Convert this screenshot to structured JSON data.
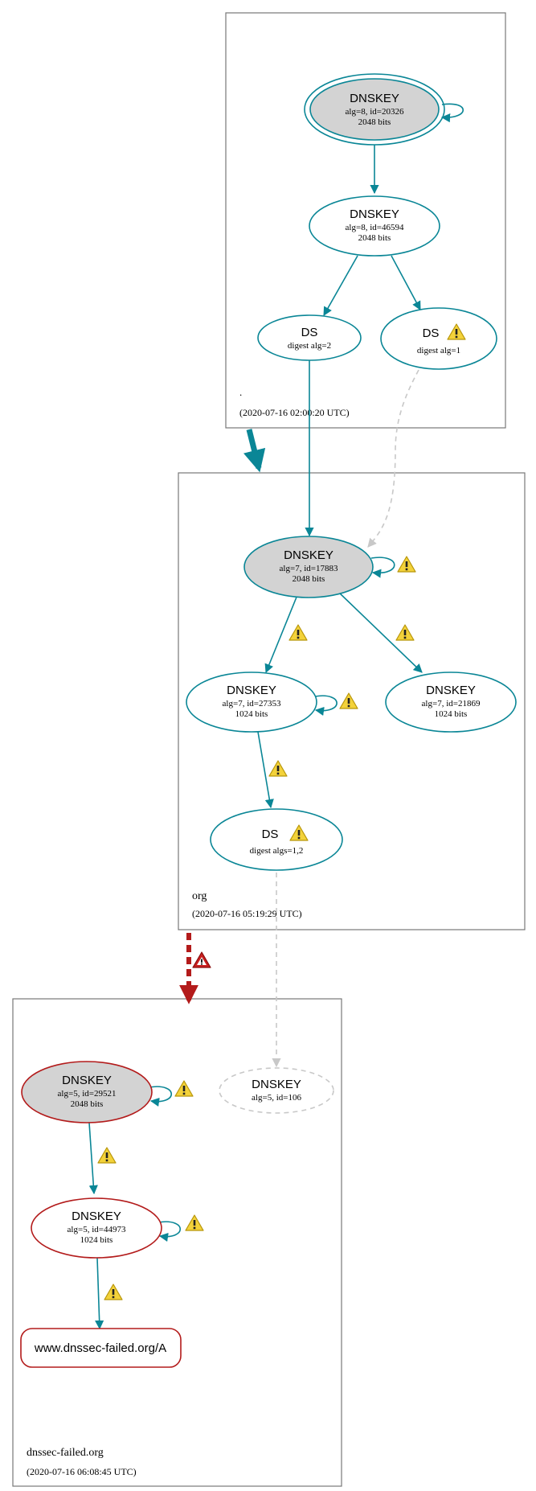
{
  "colors": {
    "teal": "#0a8696",
    "red": "#b31b1b",
    "gray_dashed": "#c8c8c8",
    "node_gray": "#d3d3d3",
    "warning_yellow": "#f3d23a",
    "error_red": "#c81e1e"
  },
  "zones": {
    "root": {
      "name": ".",
      "timestamp": "(2020-07-16 02:00:20 UTC)"
    },
    "org": {
      "name": "org",
      "timestamp": "(2020-07-16 05:19:29 UTC)"
    },
    "failed": {
      "name": "dnssec-failed.org",
      "timestamp": "(2020-07-16 06:08:45 UTC)"
    }
  },
  "nodes": {
    "root_ksk": {
      "title": "DNSKEY",
      "line1": "alg=8, id=20326",
      "line2": "2048 bits"
    },
    "root_zsk": {
      "title": "DNSKEY",
      "line1": "alg=8, id=46594",
      "line2": "2048 bits"
    },
    "root_ds2": {
      "title": "DS",
      "line1": "digest alg=2"
    },
    "root_ds1": {
      "title": "DS",
      "line1": "digest alg=1"
    },
    "org_ksk": {
      "title": "DNSKEY",
      "line1": "alg=7, id=17883",
      "line2": "2048 bits"
    },
    "org_zsk1": {
      "title": "DNSKEY",
      "line1": "alg=7, id=27353",
      "line2": "1024 bits"
    },
    "org_zsk2": {
      "title": "DNSKEY",
      "line1": "alg=7, id=21869",
      "line2": "1024 bits"
    },
    "org_ds": {
      "title": "DS",
      "line1": "digest algs=1,2"
    },
    "failed_ksk": {
      "title": "DNSKEY",
      "line1": "alg=5, id=29521",
      "line2": "2048 bits"
    },
    "failed_missing": {
      "title": "DNSKEY",
      "line1": "alg=5, id=106"
    },
    "failed_zsk": {
      "title": "DNSKEY",
      "line1": "alg=5, id=44973",
      "line2": "1024 bits"
    },
    "failed_rrset": {
      "title": "www.dnssec-failed.org/A"
    }
  },
  "icons": {
    "warning": "warning-triangle-icon",
    "error": "error-triangle-icon"
  }
}
